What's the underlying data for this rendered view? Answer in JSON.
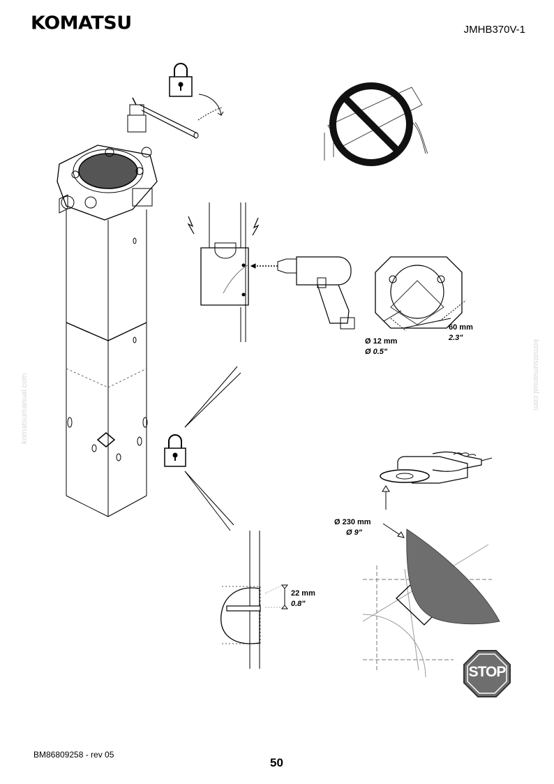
{
  "header": {
    "logo_text": "KOMATSU",
    "doc_id": "JMHB370V-1"
  },
  "watermark": {
    "text": "komatsumanual.com"
  },
  "dimensions": {
    "drill_hole_mm": "Ø 12 mm",
    "drill_hole_in": "Ø  0.5\"",
    "plate_mm": "60 mm",
    "plate_in": "2.3\"",
    "disc_mm": "Ø  230 mm",
    "disc_in": "Ø  9\"",
    "slot_mm": "22 mm",
    "slot_in": "0.8\""
  },
  "stop_sign": {
    "text": "STOP",
    "color": "#6e6e6e"
  },
  "footer": {
    "doc_ref": "BM86809258 - rev 05",
    "page_number": "50"
  }
}
